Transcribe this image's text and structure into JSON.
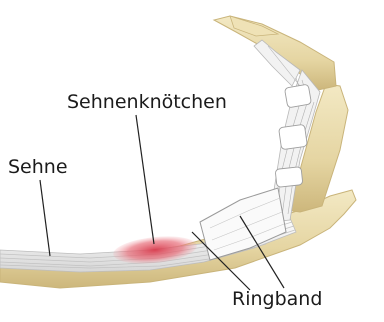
{
  "labels": {
    "nodule": "Sehnenknötchen",
    "tendon": "Sehne",
    "pulley": "Ringband"
  },
  "colors": {
    "bone": "#e9dcae",
    "bone_edge": "#c9b47a",
    "tendon": "#eeeeee",
    "nodule": "#e25665",
    "leader": "#222222"
  }
}
